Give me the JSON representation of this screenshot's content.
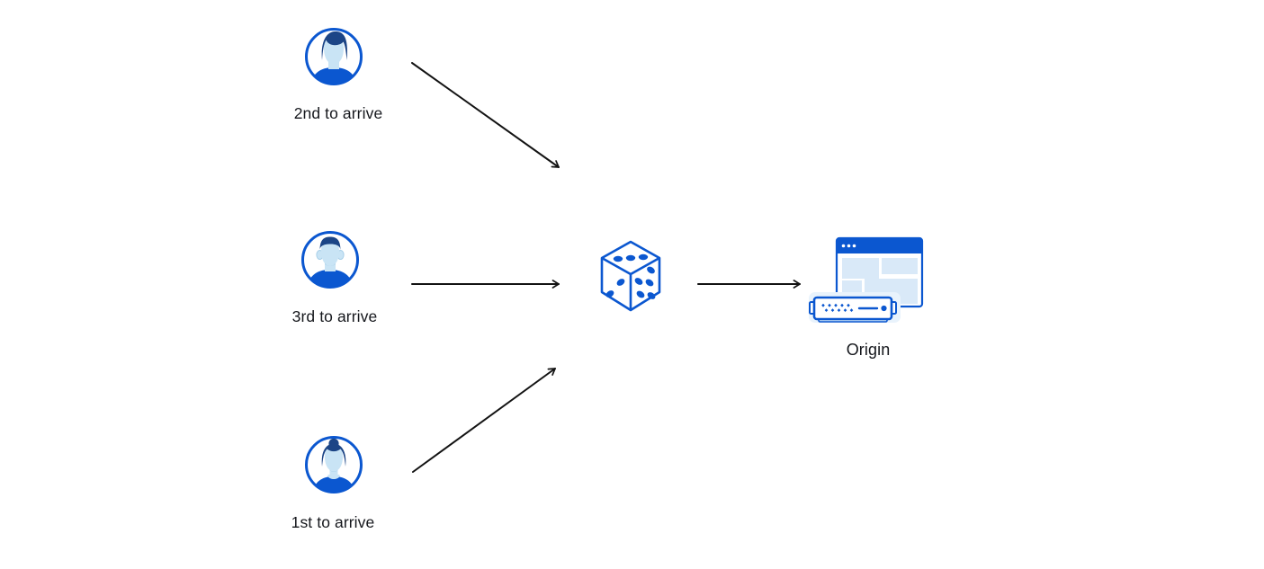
{
  "diagram": {
    "background": "#ffffff",
    "nodes": [
      {
        "id": "visitor-2nd",
        "label": "2nd to arrive",
        "icon": "user-avatar-male-icon"
      },
      {
        "id": "visitor-3rd",
        "label": "3rd to arrive",
        "icon": "user-avatar-male-short-hair-icon"
      },
      {
        "id": "visitor-1st",
        "label": "1st to arrive",
        "icon": "user-avatar-female-icon"
      },
      {
        "id": "random-selector",
        "label": "",
        "icon": "dice-icon"
      },
      {
        "id": "origin",
        "label": "Origin",
        "icon": "origin-server-icon"
      }
    ],
    "edges": [
      {
        "from": "visitor-2nd",
        "to": "random-selector"
      },
      {
        "from": "visitor-3rd",
        "to": "random-selector"
      },
      {
        "from": "visitor-1st",
        "to": "random-selector"
      },
      {
        "from": "random-selector",
        "to": "origin"
      }
    ],
    "colors": {
      "primary_blue": "#0b57d0",
      "hair_navy": "#1c4586",
      "face_light": "#c9e4f5",
      "face_shadow": "#a9d0e9",
      "panel_light": "#d9e9f8",
      "glow_light": "#e9f3fc",
      "server_base": "#d3e8f9",
      "arrow": "#131313",
      "label_text": "#15171c"
    }
  }
}
